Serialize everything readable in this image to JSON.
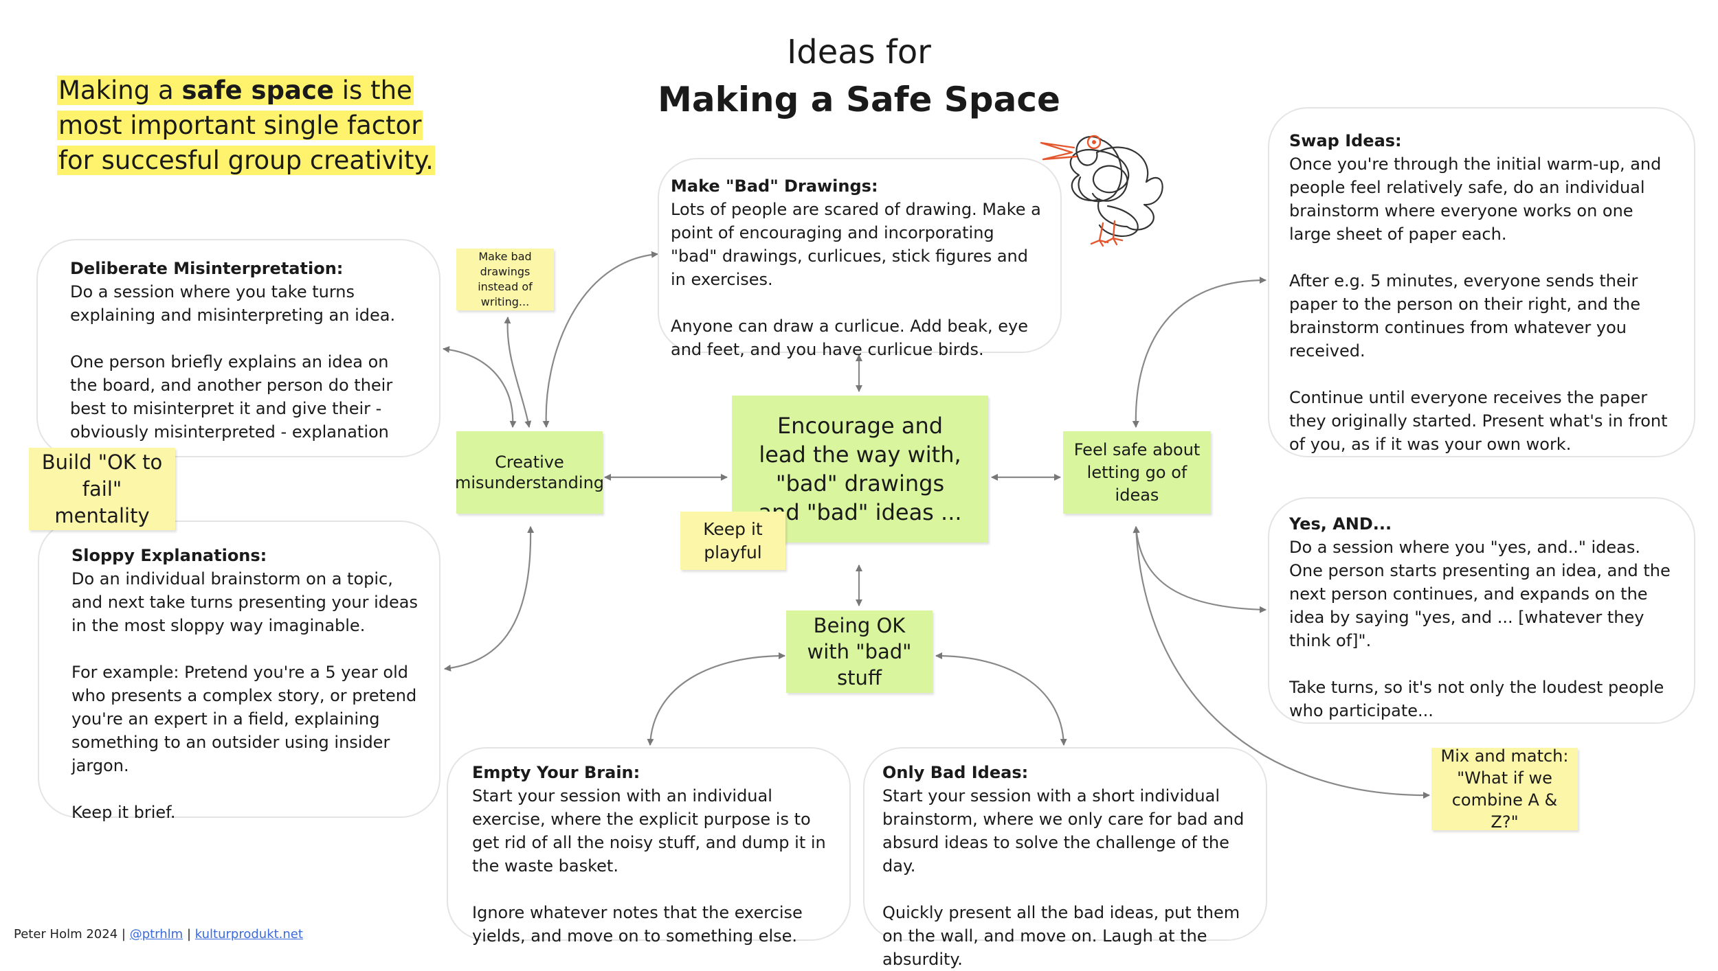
{
  "title": {
    "line1": "Ideas for",
    "line2": "Making a Safe Space"
  },
  "intro": {
    "part1": "Making a ",
    "bold": "safe space",
    "part2": " is the most important single factor for succesful group creativity."
  },
  "center": {
    "label": "Encourage and lead the way with, \"bad\" drawings and \"bad\" ideas ..."
  },
  "hubs": {
    "creative": "Creative misunderstanding",
    "feel_safe": "Feel safe about letting go of ideas",
    "being_ok": "Being OK with \"bad\" stuff"
  },
  "notes": {
    "bad_drawings": "Make bad drawings instead of writing...",
    "ok_to_fail": "Build \"OK to fail\" mentality",
    "playful": "Keep it playful",
    "mix_match": "Mix and match: \"What if we combine A & Z?\""
  },
  "cards": {
    "misinterpretation": {
      "title": "Deliberate Misinterpretation:",
      "p1": "Do a session where you take turns explaining and misinterpreting an idea.",
      "p2": "One person briefly explains an idea on the board, and another person do their best to misinterpret it and give their - obviously misinterpreted - explanation"
    },
    "sloppy": {
      "title": "Sloppy Explanations:",
      "p1": "Do an individual brainstorm on a topic, and next take turns presenting your ideas in the most sloppy way imaginable.",
      "p2": "For example: Pretend you're a 5 year old who presents a complex story, or pretend you're an expert in a field, explaining something to an outsider using insider jargon.",
      "p3": "Keep it brief."
    },
    "bad_drawings": {
      "title": "Make \"Bad\" Drawings:",
      "p1": "Lots of people are scared of drawing. Make a point of encouraging and incorporating \"bad\" drawings, curlicues, stick figures and in exercises.",
      "p2": "Anyone can draw a curlicue. Add beak, eye and feet, and you have curlicue birds."
    },
    "swap": {
      "title": "Swap Ideas:",
      "p1": "Once you're through the initial warm-up, and people feel relatively safe, do an individual brainstorm where everyone works on one large sheet of paper each.",
      "p2": "After e.g. 5 minutes, everyone sends their paper to the person on their right, and the brainstorm continues from whatever you received.",
      "p3": "Continue until everyone receives the paper they originally started. Present what's in front of you, as if it was your own work."
    },
    "yes_and": {
      "title": "Yes, AND...",
      "p1": "Do a session where you \"yes, and..\" ideas. One person starts presenting an idea, and the next person continues, and expands on the idea by saying \"yes, and ... [whatever they think of]\".",
      "p2": "Take turns, so it's not only the loudest people who participate..."
    },
    "empty_brain": {
      "title": "Empty Your Brain:",
      "p1": "Start your session with an individual exercise, where the explicit purpose is to get rid of all the noisy stuff, and dump it in the waste basket.",
      "p2": "Ignore whatever notes that the exercise yields, and move on to something else."
    },
    "only_bad": {
      "title": "Only Bad Ideas:",
      "p1": "Start your session with a short individual brainstorm, where we only care for bad and absurd ideas to solve the challenge of the day.",
      "p2": "Quickly present all the bad ideas, put them on the wall, and move on. Laugh at the absurdity."
    }
  },
  "footer": {
    "author": "Peter Holm 2024",
    "sep": "|",
    "handle": "@ptrhlm",
    "site": "kulturprodukt.net"
  },
  "colors": {
    "green_note": "#d9f59e",
    "yellow_note": "#fcf6a9",
    "highlight": "#fff36e",
    "arrow": "#777777",
    "bird": "#e4572e"
  }
}
